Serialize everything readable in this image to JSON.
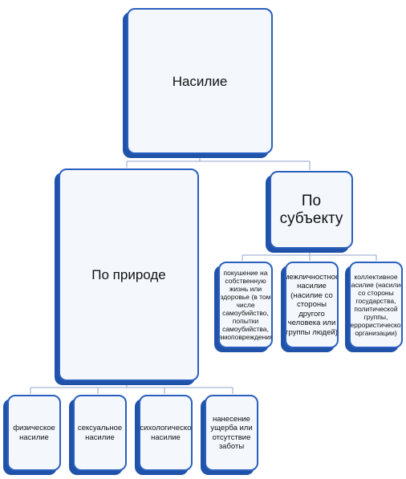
{
  "diagram": {
    "root": {
      "label": "Насилие"
    },
    "by_nature": {
      "label": "По природе",
      "children": [
        {
          "label": "физическое насилие"
        },
        {
          "label": "сексуальное насилие"
        },
        {
          "label": "психологическое насилие"
        },
        {
          "label": "нанесение ущерба или отсутствие заботы"
        }
      ]
    },
    "by_subject": {
      "label": "По субъекту",
      "children": [
        {
          "label": "покушение на собственную жизнь или здоровье (в том числе самоубийство, попытки самоубийства, самоповреждения)"
        },
        {
          "label": "межличностное насилие (насилие со стороны другого человека или группы людей)"
        },
        {
          "label": "коллективное насилие (насилие со стороны государства, политической группы, террористической организации)"
        }
      ]
    }
  },
  "colors": {
    "box_fill": "#f4f8fd",
    "box_border": "#2a5fbf",
    "box_shadow": "#1f52a8",
    "connector": "#8fa6c8"
  }
}
